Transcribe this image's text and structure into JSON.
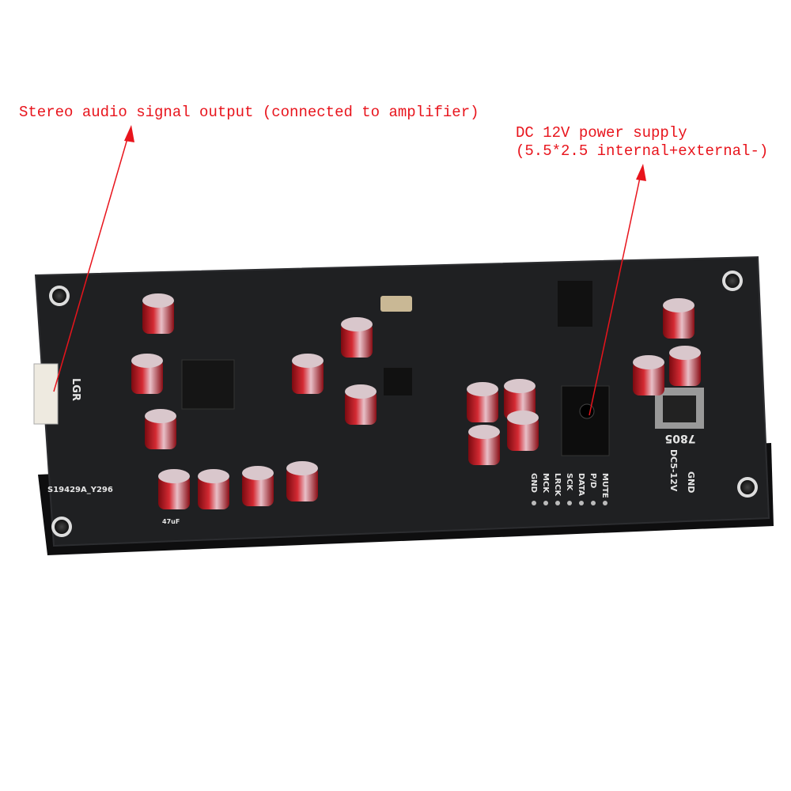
{
  "annotations": {
    "audio_output": "Stereo audio signal output (connected to amplifier)",
    "power_line1": "DC 12V power supply",
    "power_line2": "(5.5*2.5 internal+external-)"
  },
  "board_silkscreen": {
    "connector_label": "LGR",
    "regulator": "7805",
    "power_label": "DC5-12V",
    "power_gnd": "GND",
    "board_id": "S19429A_Y296",
    "cap_value": "47uF",
    "pin_labels": [
      "GND",
      "MCK",
      "LRCK",
      "SCK",
      "DATA",
      "P/D",
      "MUTE"
    ]
  },
  "colors": {
    "annotation": "#e8141c",
    "board": "#1e1f21",
    "capacitor": "#b5121b"
  }
}
